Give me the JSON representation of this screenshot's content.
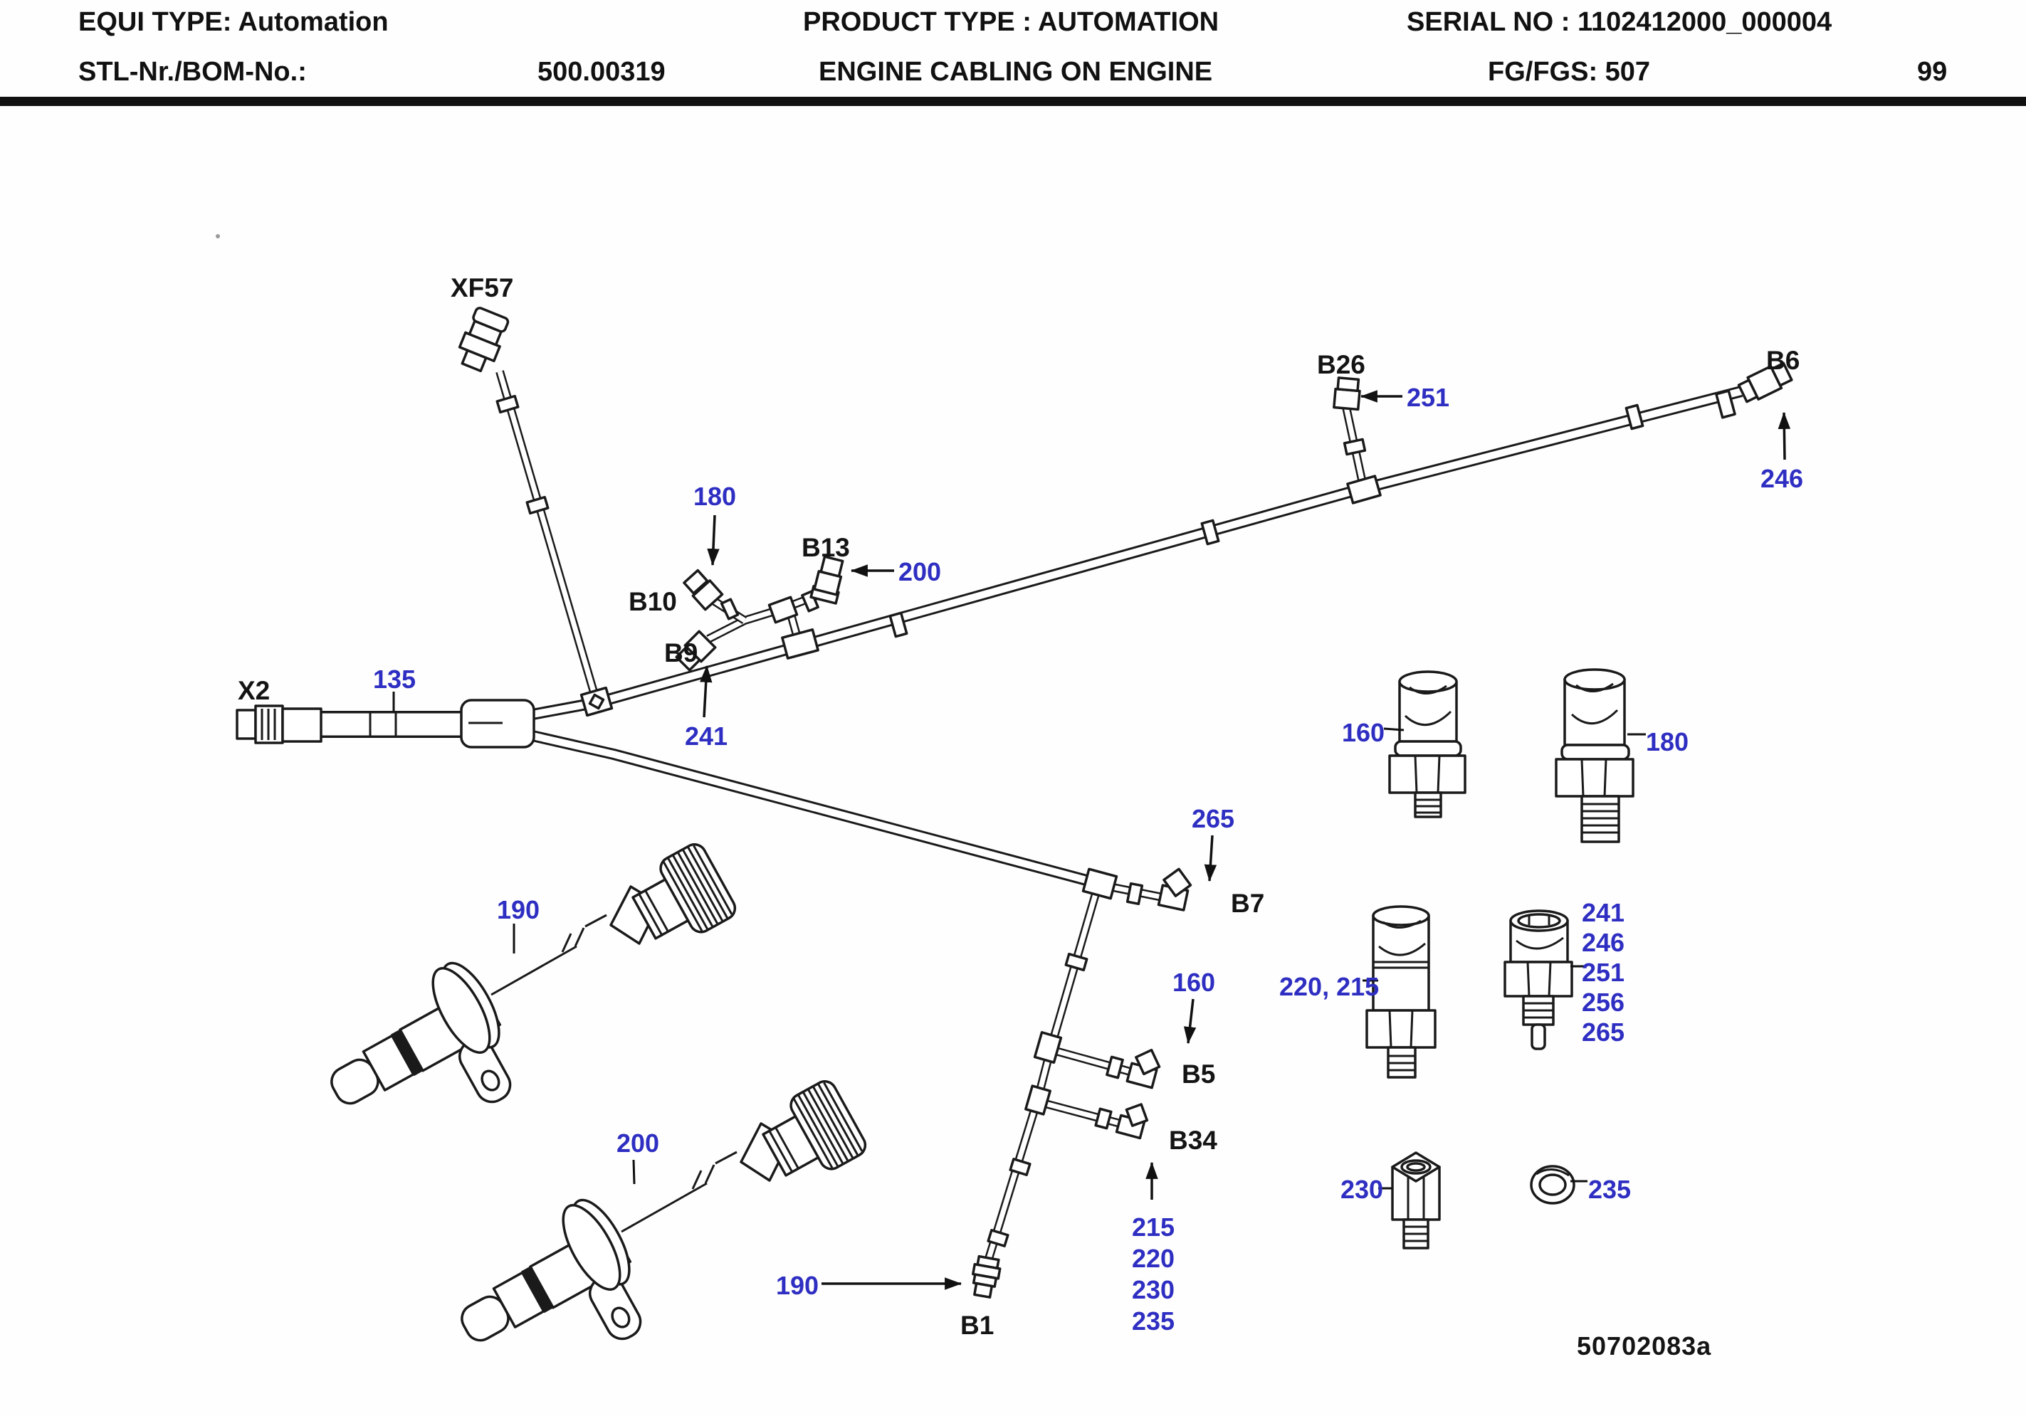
{
  "header": {
    "equi_type": "EQUI TYPE: Automation",
    "product_type": "PRODUCT TYPE : AUTOMATION",
    "serial_no": "SERIAL NO : 1102412000_000004",
    "stl_bom_label": "STL-Nr./BOM-No.:",
    "stl_bom_value": "500.00319",
    "title": "ENGINE CABLING ON ENGINE",
    "fg_fgs": "FG/FGS: 507",
    "page_no": "99"
  },
  "diagram": {
    "drawing_number": "50702083a",
    "colors": {
      "callout_blue": "#2e2ec2",
      "line_black": "#1a1a1a"
    },
    "connectors": {
      "xf57": "XF57",
      "x2": "X2",
      "b10": "B10",
      "b9": "B9",
      "b13": "B13",
      "b26": "B26",
      "b6": "B6",
      "b7": "B7",
      "b5": "B5",
      "b34": "B34",
      "b1": "B1"
    },
    "callouts": {
      "cable_135": "135",
      "b10_180": "180",
      "b13_200": "200",
      "b9_241": "241",
      "b26_251": "251",
      "b6_246": "246",
      "b7_265": "265",
      "b5_160": "160",
      "speed_sensor_190": "190",
      "speed_sensor_200": "200",
      "b1_190": "190",
      "pressure_sensor_160": "160",
      "pressure_sensor_180": "180",
      "pressure_sensor_220_215": "220, 215",
      "temp_sensor_list": [
        "241",
        "246",
        "251",
        "256",
        "265"
      ],
      "b34_list": [
        "215",
        "220",
        "230",
        "235"
      ],
      "adapter_230": "230",
      "oring_235": "235"
    }
  }
}
